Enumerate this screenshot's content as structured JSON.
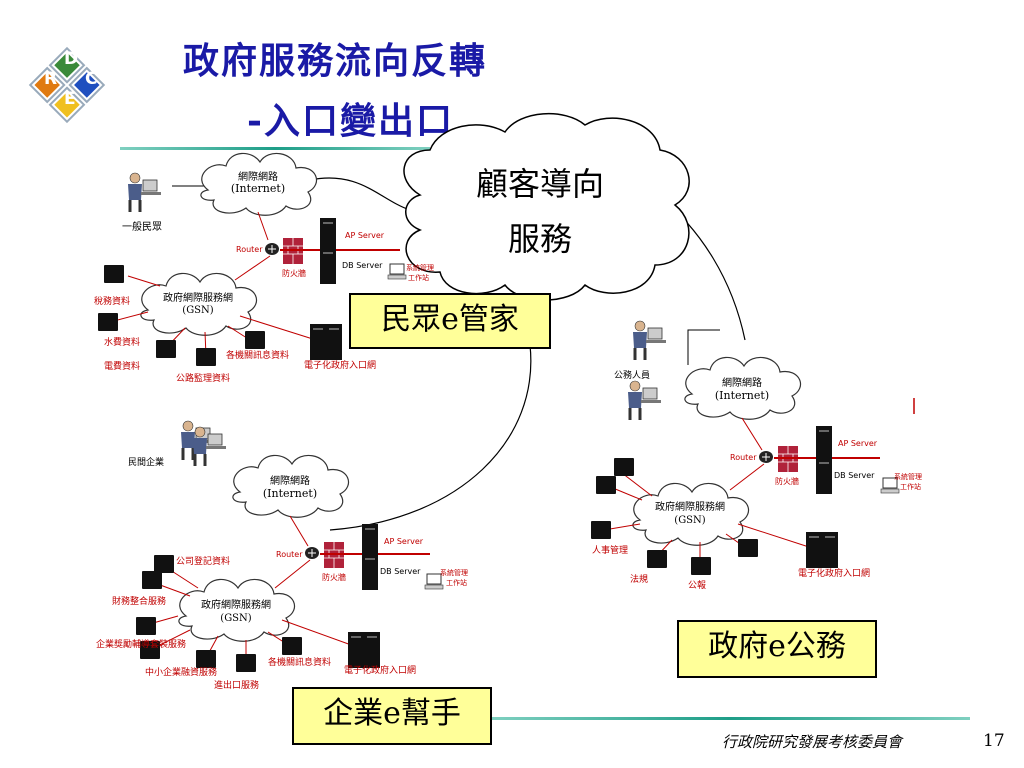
{
  "title": {
    "line1": "政府服務流向反轉",
    "line2": "-入口變出口"
  },
  "logo": {
    "letters": [
      "R",
      "D",
      "E",
      "C"
    ]
  },
  "callout": {
    "line1": "顧客導向",
    "line2": "服務"
  },
  "boxes": {
    "citizen": "民眾e管家",
    "government": "政府e公務",
    "business": "企業e幫手"
  },
  "common": {
    "internet_cn": "網際網路",
    "internet_en": "(Internet)",
    "gsn_cn": "政府網際服務網",
    "gsn_en": "(GSN)",
    "router": "Router",
    "firewall": "防火牆",
    "ap_server": "AP Server",
    "db_server": "DB Server",
    "mgmt1": "系統管理",
    "mgmt2": "工作站"
  },
  "citizen_panel": {
    "user": "一般民眾",
    "sources": [
      "稅務資料",
      "水費資料",
      "電費資料",
      "公路監理資料",
      "各機關訊息資料"
    ],
    "portal": "電子化政府入口網"
  },
  "gov_panel": {
    "user": "公務人員",
    "sources": [
      "人事管理",
      "法規",
      "公報"
    ],
    "portal": "電子化政府入口網"
  },
  "biz_panel": {
    "user": "民間企業",
    "sources": [
      "公司登記資料",
      "財務整合服務",
      "企業獎勵輔導套裝服務",
      "中小企業融資服務",
      "進出口服務",
      "各機關訊息資料"
    ],
    "portal": "電子化政府入口網"
  },
  "footer": {
    "org": "行政院研究發展考核委員會",
    "page": "17"
  },
  "colors": {
    "title": "#1a1aa6",
    "label_red": "#c00000",
    "box_fill": "#ffff99",
    "teal": "#1e9e88"
  }
}
